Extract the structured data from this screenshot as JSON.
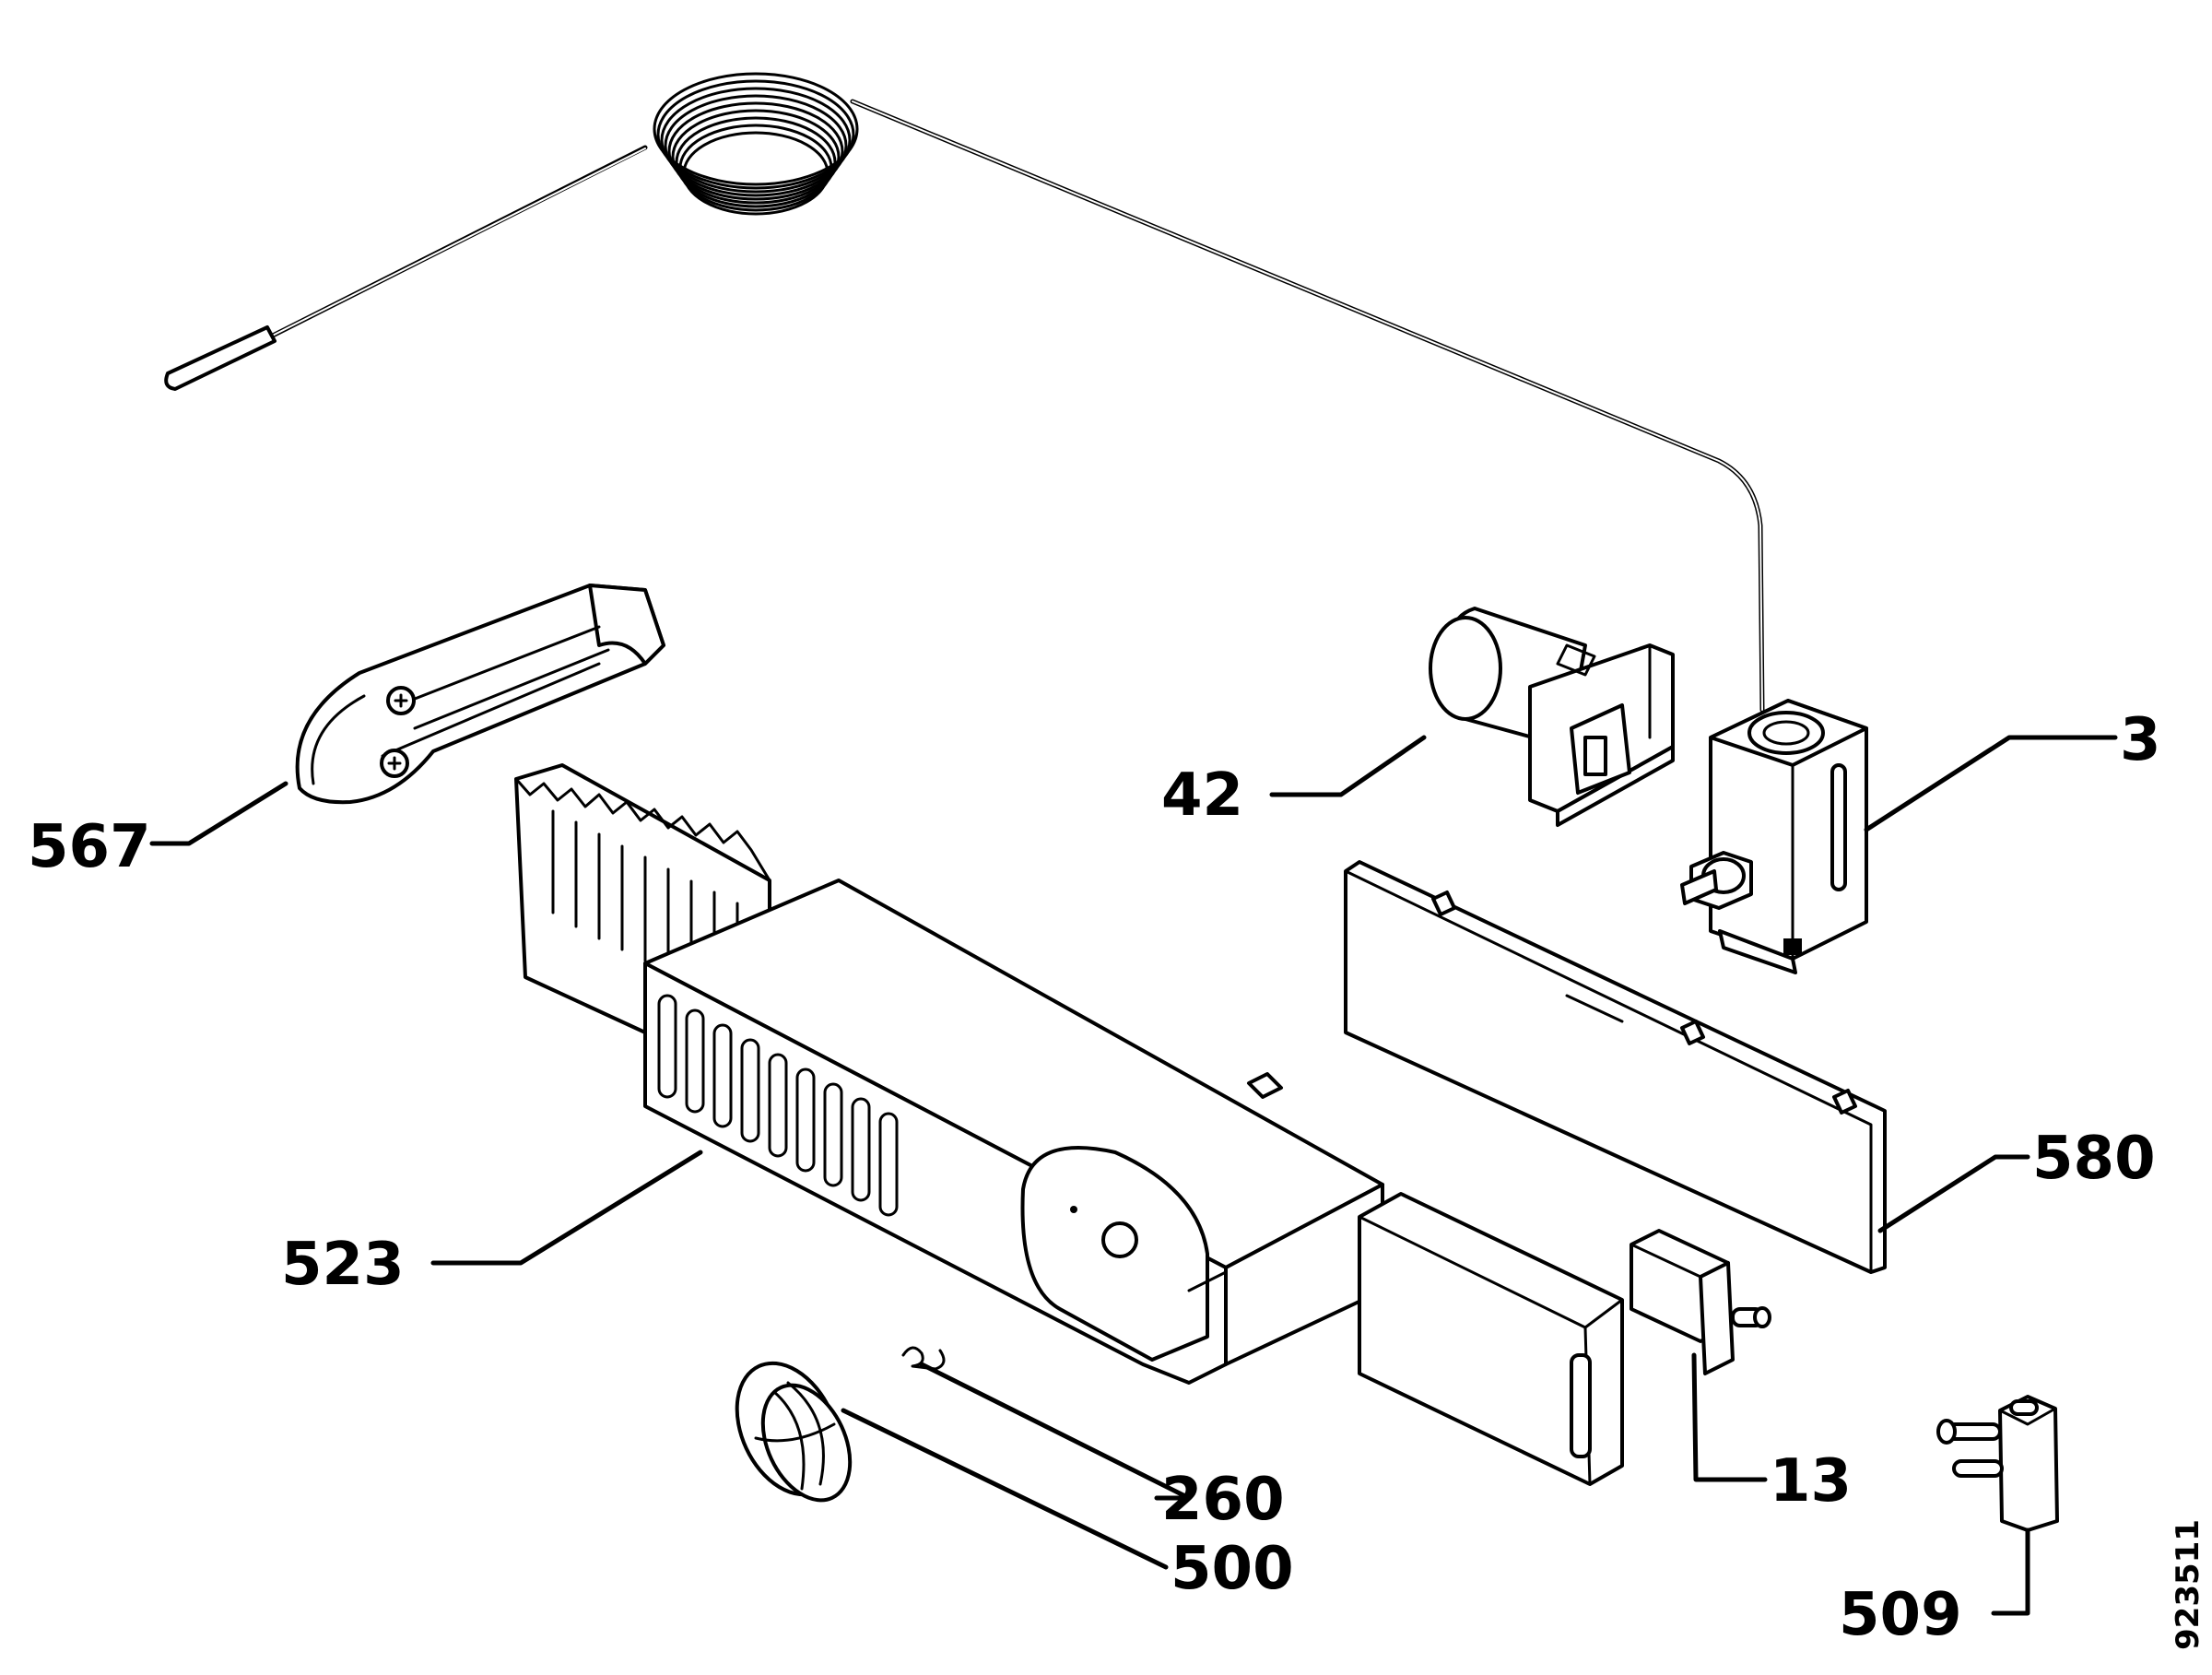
{
  "callouts": [
    {
      "id": "3",
      "label": "3"
    },
    {
      "id": "42",
      "label": "42"
    },
    {
      "id": "567",
      "label": "567"
    },
    {
      "id": "580",
      "label": "580"
    },
    {
      "id": "523",
      "label": "523"
    },
    {
      "id": "13",
      "label": "13"
    },
    {
      "id": "260",
      "label": "260"
    },
    {
      "id": "500",
      "label": "500"
    },
    {
      "id": "509",
      "label": "509"
    }
  ],
  "drawing_number": "923511",
  "colors": {
    "ink": "#000000",
    "paper": "#ffffff"
  }
}
